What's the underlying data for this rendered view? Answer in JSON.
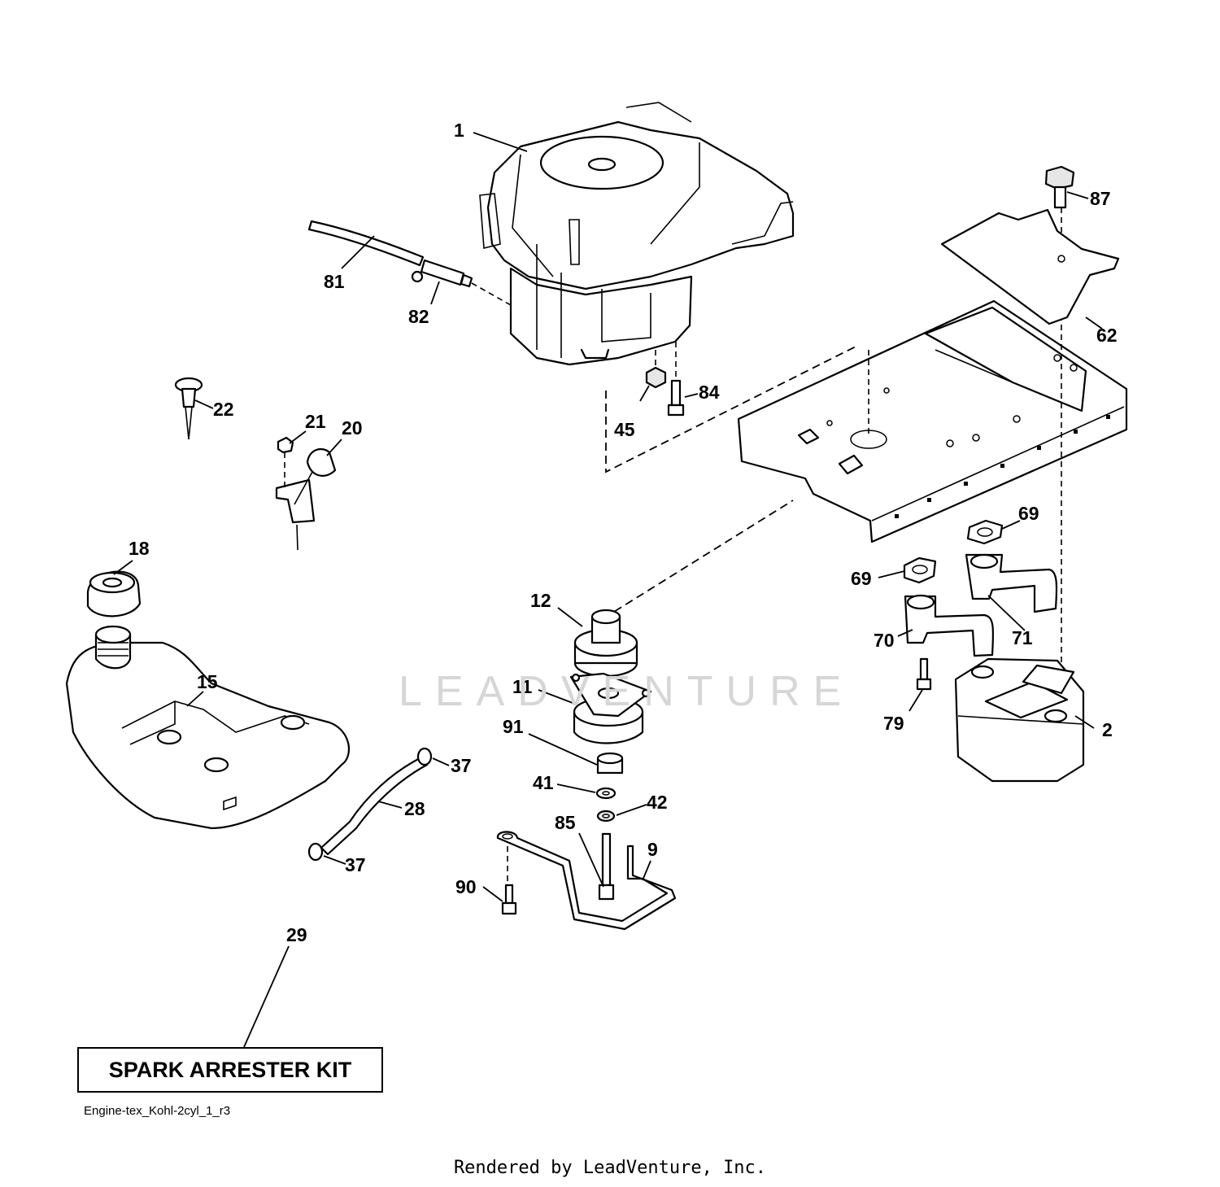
{
  "diagram": {
    "callouts": [
      {
        "id": "c1",
        "text": "1"
      },
      {
        "id": "c2",
        "text": "2"
      },
      {
        "id": "c9",
        "text": "9"
      },
      {
        "id": "c11",
        "text": "11"
      },
      {
        "id": "c12",
        "text": "12"
      },
      {
        "id": "c15",
        "text": "15"
      },
      {
        "id": "c18",
        "text": "18"
      },
      {
        "id": "c20",
        "text": "20"
      },
      {
        "id": "c21",
        "text": "21"
      },
      {
        "id": "c22",
        "text": "22"
      },
      {
        "id": "c28",
        "text": "28"
      },
      {
        "id": "c29",
        "text": "29"
      },
      {
        "id": "c37a",
        "text": "37"
      },
      {
        "id": "c37b",
        "text": "37"
      },
      {
        "id": "c41",
        "text": "41"
      },
      {
        "id": "c42",
        "text": "42"
      },
      {
        "id": "c45",
        "text": "45"
      },
      {
        "id": "c62",
        "text": "62"
      },
      {
        "id": "c69a",
        "text": "69"
      },
      {
        "id": "c69b",
        "text": "69"
      },
      {
        "id": "c70",
        "text": "70"
      },
      {
        "id": "c71",
        "text": "71"
      },
      {
        "id": "c79",
        "text": "79"
      },
      {
        "id": "c81",
        "text": "81"
      },
      {
        "id": "c82",
        "text": "82"
      },
      {
        "id": "c84",
        "text": "84"
      },
      {
        "id": "c85",
        "text": "85"
      },
      {
        "id": "c87",
        "text": "87"
      },
      {
        "id": "c90",
        "text": "90"
      },
      {
        "id": "c91",
        "text": "91"
      }
    ],
    "kit_label": "SPARK ARRESTER KIT",
    "ref_code": "Engine-tex_Kohl-2cyl_1_r3",
    "watermark": "LEADVENTURE",
    "credit": "Rendered by LeadVenture, Inc."
  }
}
